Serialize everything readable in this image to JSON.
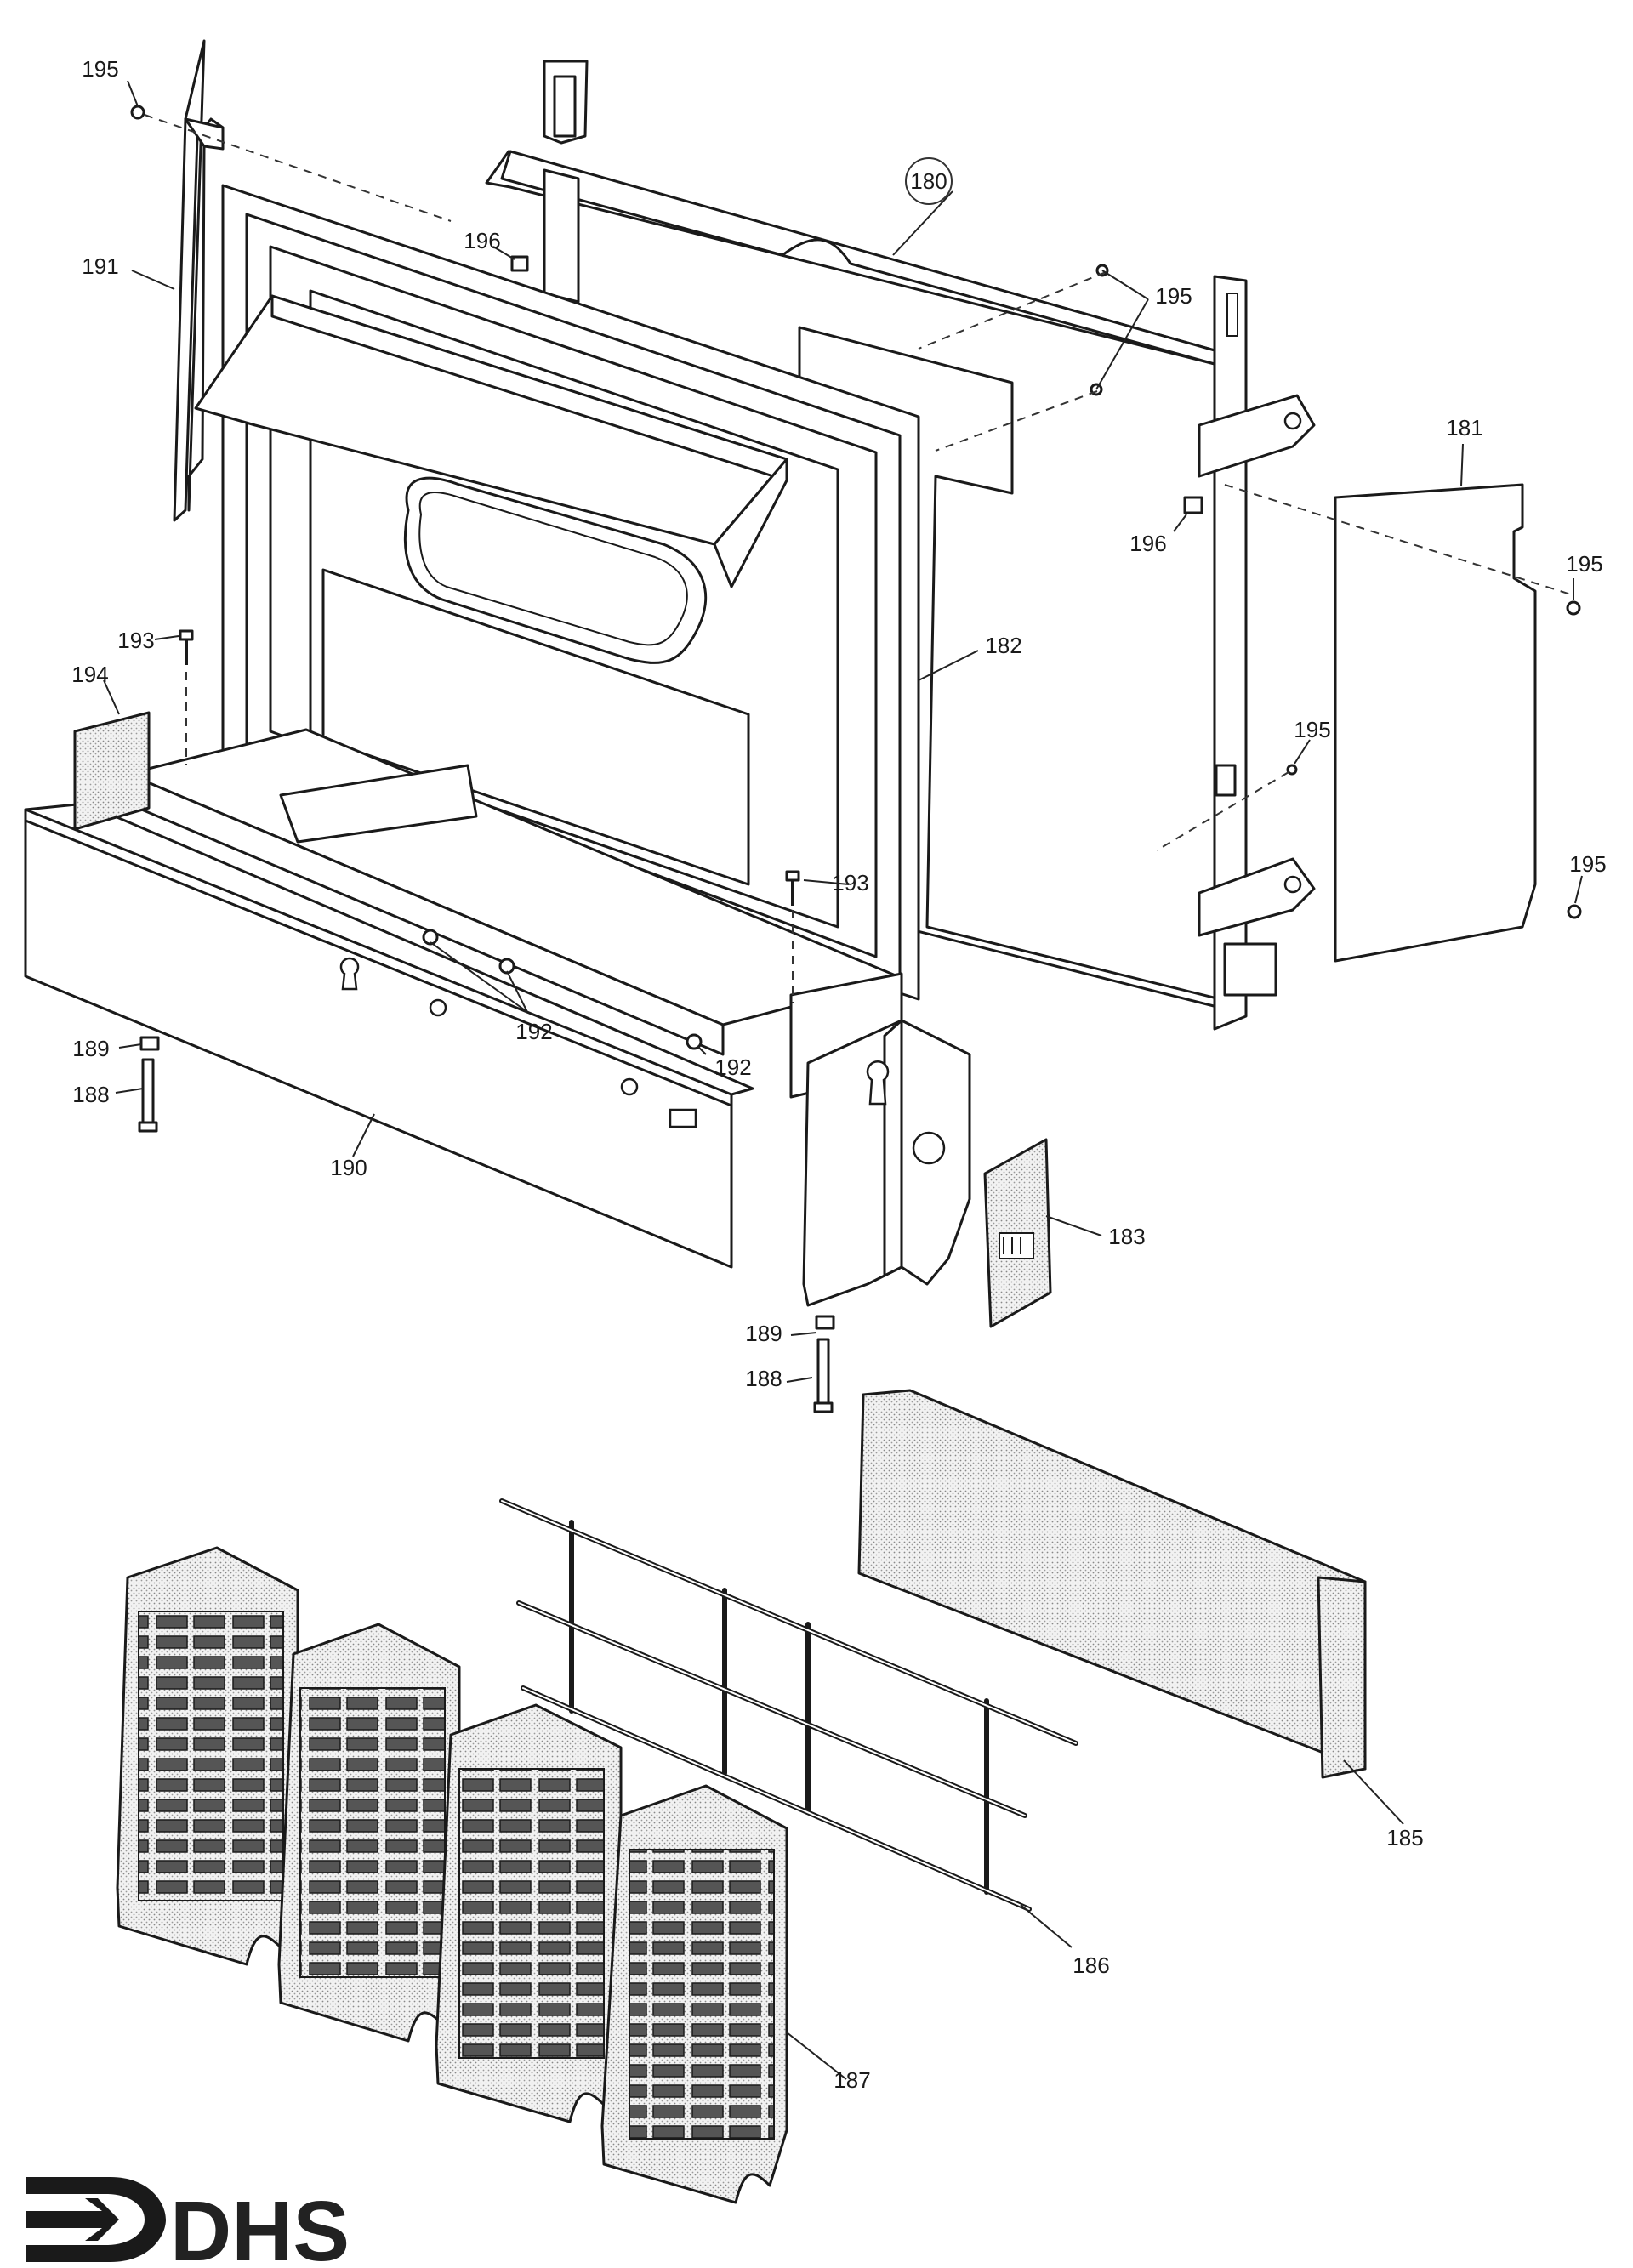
{
  "brand": {
    "logo_text": "DHS"
  },
  "callouts": {
    "c180": "180",
    "c181": "181",
    "c182": "182",
    "c183": "183",
    "c185": "185",
    "c186": "186",
    "c187": "187",
    "c188": "188",
    "c189": "189",
    "c190": "190",
    "c191": "191",
    "c192": "192",
    "c193": "193",
    "c194": "194",
    "c195": "195",
    "c196": "196"
  }
}
